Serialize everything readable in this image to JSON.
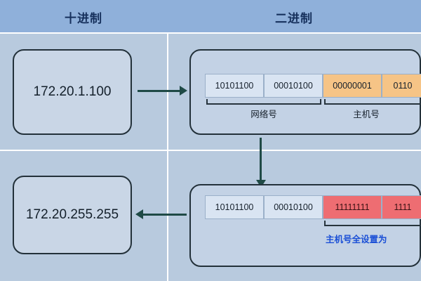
{
  "header": {
    "left": "十进制",
    "right": "二进制"
  },
  "row1": {
    "decimal": "172.20.1.100",
    "bytes": [
      "10101100",
      "00010100",
      "00000001",
      "0110"
    ],
    "labels": {
      "network": "网络号",
      "host": "主机号"
    }
  },
  "row2": {
    "decimal": "172.20.255.255",
    "bytes": [
      "10101100",
      "00010100",
      "11111111",
      "1111"
    ],
    "note": "主机号全设置为"
  }
}
